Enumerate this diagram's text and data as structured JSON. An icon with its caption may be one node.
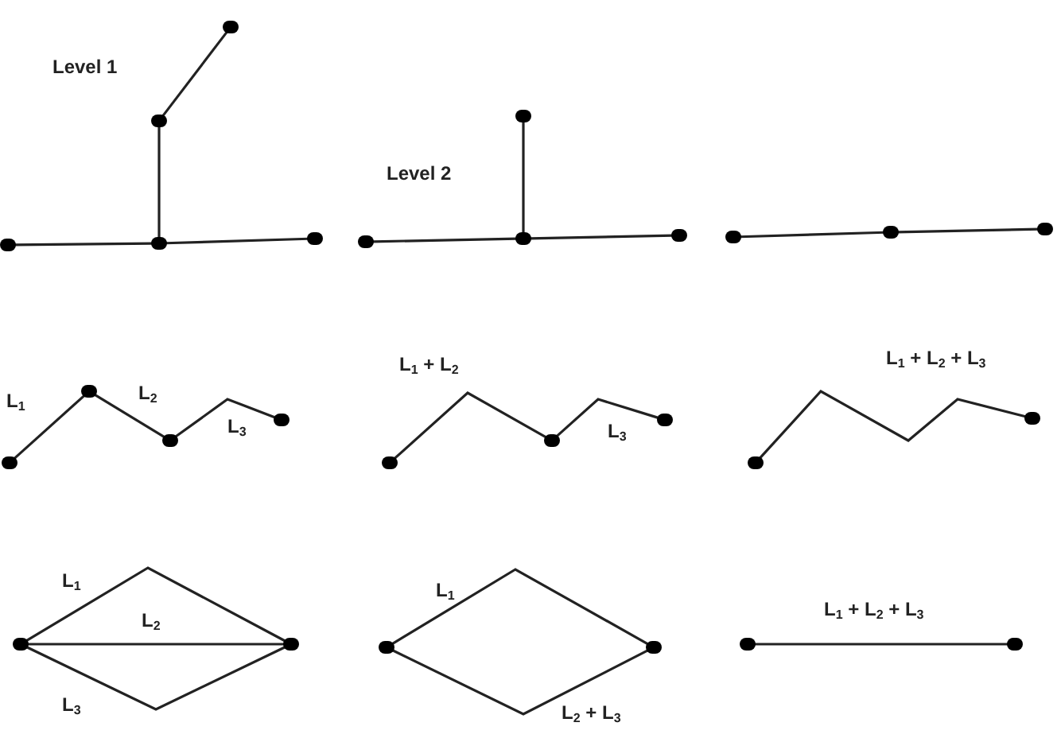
{
  "diagram": {
    "nodes": [
      {
        "text": [],
        "shape": "circle"
      },
      {
        "text": [],
        "shape": "circle"
      },
      {
        "text": [],
        "shape": "circle"
      },
      {
        "text": [],
        "shape": "circle"
      },
      {
        "text": [],
        "shape": "circle"
      },
      {
        "text": [],
        "shape": "circle"
      },
      {
        "text": [],
        "shape": "circle"
      },
      {
        "text": [],
        "shape": "circle"
      },
      {
        "text": [],
        "shape": "circle"
      },
      {
        "text": [],
        "shape": "circle"
      },
      {
        "text": [],
        "shape": "circle"
      },
      {
        "text": [],
        "shape": "circle"
      },
      {
        "text": [],
        "shape": "circle"
      },
      {
        "text": [],
        "shape": "circle"
      },
      {
        "text": [],
        "shape": "circle"
      },
      {
        "text": [],
        "shape": "circle"
      },
      {
        "text": [],
        "shape": "circle"
      },
      {
        "text": [],
        "shape": "circle"
      },
      {
        "text": [],
        "shape": "circle"
      },
      {
        "text": [],
        "shape": "circle"
      },
      {
        "text": [],
        "shape": "circle"
      },
      {
        "text": [],
        "shape": "circle"
      },
      {
        "text": [],
        "shape": "circle"
      },
      {
        "text": [],
        "shape": "circle"
      },
      {
        "text": [],
        "shape": "circle"
      },
      {
        "text": [],
        "shape": "circle"
      },
      {
        "text": [],
        "shape": "circle"
      }
    ],
    "edges": [
      {
        "from": 0,
        "to": 2,
        "arrow": "none"
      },
      {
        "from": 2,
        "to": 4,
        "arrow": "none"
      },
      {
        "from": 2,
        "to": 1,
        "arrow": "none"
      },
      {
        "from": 1,
        "to": 3,
        "arrow": "none"
      },
      {
        "from": 5,
        "to": 7,
        "arrow": "none"
      },
      {
        "from": 7,
        "to": 8,
        "arrow": "none"
      },
      {
        "from": 7,
        "to": 6,
        "arrow": "none"
      },
      {
        "from": 9,
        "to": 10,
        "arrow": "none"
      },
      {
        "from": 10,
        "to": 11,
        "arrow": "none"
      },
      {
        "from": 12,
        "to": 13,
        "label": "L$_{1}$",
        "arrow": "none"
      },
      {
        "from": 13,
        "to": 14,
        "label": "L$_{2}$",
        "arrow": "none"
      },
      {
        "from": 14,
        "to": 15,
        "label": "L$_{3}$",
        "arrow": "none"
      },
      {
        "from": 16,
        "to": 17,
        "label": "L$_{1}$ + L$_{2}$",
        "arrow": "none"
      },
      {
        "from": 17,
        "to": 18,
        "label": "L$_{3}$",
        "arrow": "none"
      },
      {
        "from": 19,
        "to": 20,
        "label": "L$_{1}$ + L$_{2}$ + L$_{3}$",
        "arrow": "none"
      },
      {
        "from": 21,
        "to": 22,
        "label": "L$_{1}$",
        "arrow": "none"
      },
      {
        "from": 21,
        "to": 22,
        "label": "L$_{2}$",
        "arrow": "none"
      },
      {
        "from": 21,
        "to": 22,
        "label": "L$_{3}$",
        "arrow": "none"
      },
      {
        "from": 23,
        "to": 24,
        "label": "L$_{1}$",
        "arrow": "none"
      },
      {
        "from": 23,
        "to": 24,
        "label": "L$_{2}$ + L$_{3}$",
        "arrow": "none"
      },
      {
        "from": 25,
        "to": 26,
        "label": "L$_{1}$ + L$_{2}$ + L$_{3}$",
        "arrow": "none"
      }
    ],
    "labels": [
      "Level 1",
      "Level 2"
    ]
  }
}
